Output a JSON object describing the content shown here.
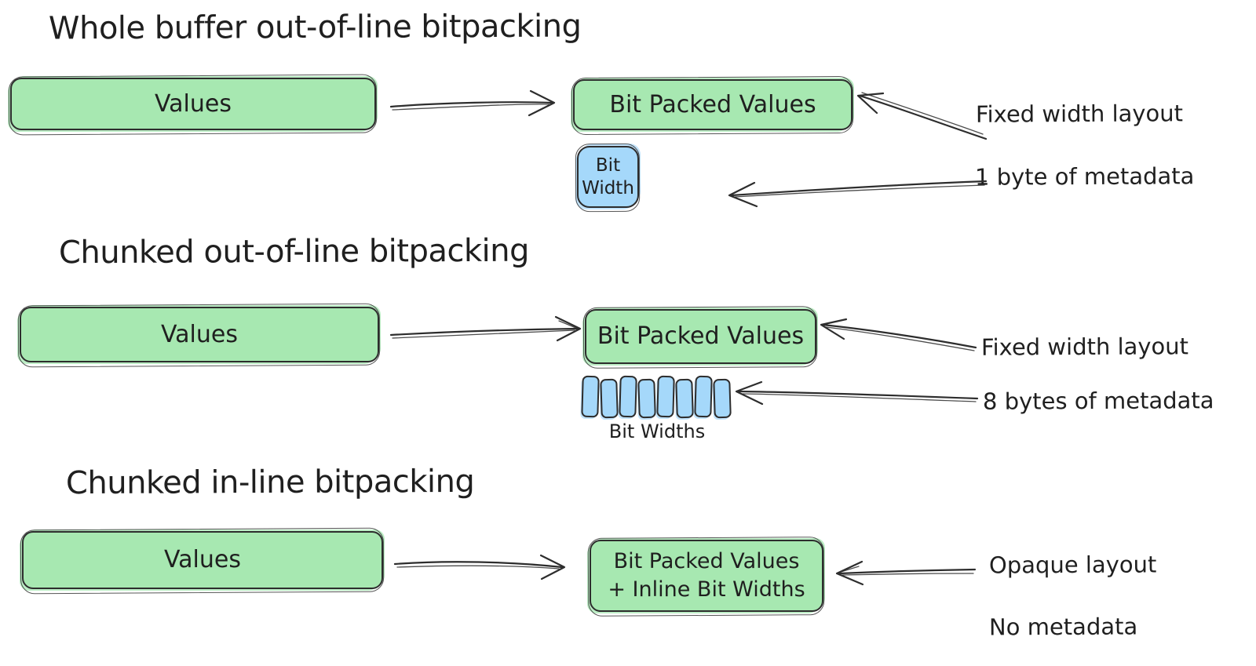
{
  "palette": {
    "background": "#ffffff",
    "stroke": "#2d2d2d",
    "text": "#1f1f1f",
    "green_fill": "#a7e8b1",
    "green_spill": "#bdeec6",
    "blue_fill": "#a5d8fa",
    "blue_spill": "#c3e4fc"
  },
  "sections": [
    {
      "title": "Whole buffer out-of-line bitpacking",
      "values_box": "Values",
      "packed_box": "Bit Packed Values",
      "bit_width_box_line1": "Bit",
      "bit_width_box_line2": "Width",
      "annotation1": "Fixed width layout",
      "annotation2": "1 byte of metadata"
    },
    {
      "title": "Chunked out-of-line bitpacking",
      "values_box": "Values",
      "packed_box": "Bit Packed Values",
      "bit_widths_label": "Bit Widths",
      "bit_width_cell_count": 8,
      "annotation1": "Fixed width layout",
      "annotation2": "8 bytes of metadata"
    },
    {
      "title": "Chunked in-line bitpacking",
      "values_box": "Values",
      "packed_box_line1": "Bit Packed Values",
      "packed_box_line2": "+ Inline Bit Widths",
      "annotation1": "Opaque layout",
      "annotation2": "No metadata"
    }
  ]
}
